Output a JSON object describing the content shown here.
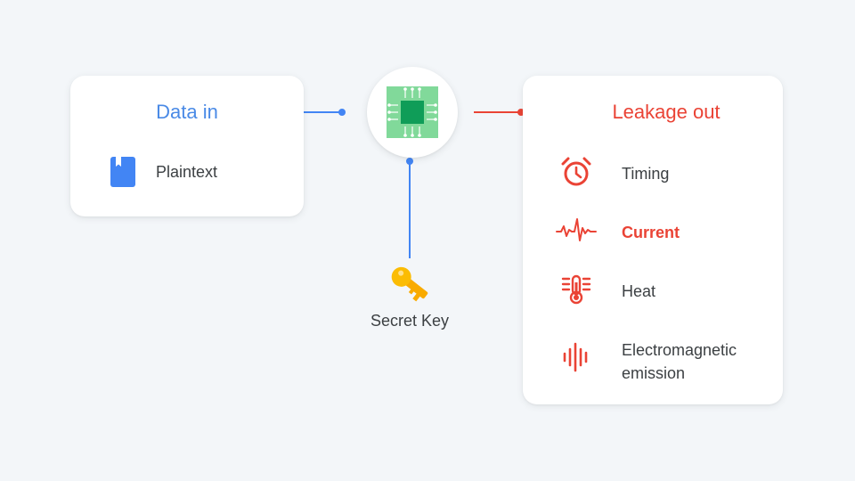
{
  "colors": {
    "blue": "#4285f4",
    "title_blue": "#4a8ae6",
    "red": "#ea4335",
    "yellow": "#fbbc04",
    "green": "#34a853",
    "light_green": "#81d99a",
    "text": "#3c4043",
    "background": "#f3f6f9"
  },
  "data_in": {
    "title": "Data in",
    "items": [
      {
        "label": "Plaintext",
        "icon": "book-icon"
      }
    ]
  },
  "center": {
    "icon": "chip-icon"
  },
  "key": {
    "label": "Secret Key",
    "icon": "key-icon"
  },
  "leakage_out": {
    "title": "Leakage out",
    "items": [
      {
        "label": "Timing",
        "icon": "alarm-clock-icon",
        "highlighted": false
      },
      {
        "label": "Current",
        "icon": "waveform-icon",
        "highlighted": true
      },
      {
        "label": "Heat",
        "icon": "thermometer-icon",
        "highlighted": false
      },
      {
        "label": "Electromagnetic emission",
        "icon": "emission-icon",
        "highlighted": false
      }
    ]
  }
}
